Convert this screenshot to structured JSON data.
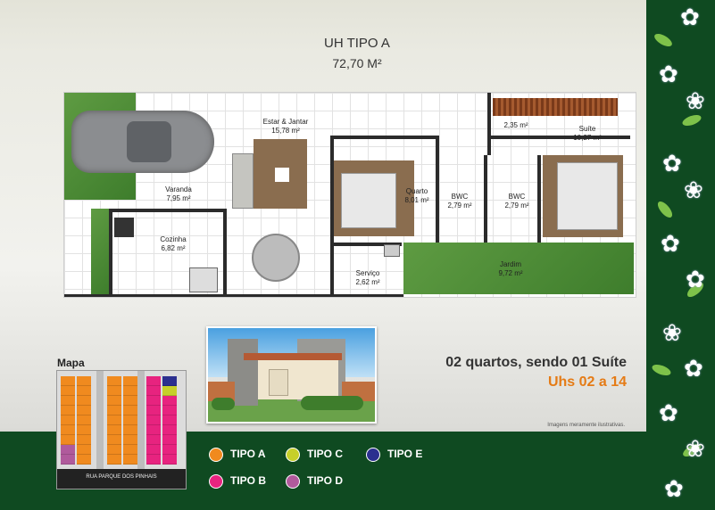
{
  "header": {
    "title": "UH TIPO A",
    "area": "72,70 M²"
  },
  "rooms": {
    "estar": {
      "name": "Estar & Jantar",
      "area": "15,78 m²"
    },
    "varanda": {
      "name": "Varanda",
      "area": "7,95 m²"
    },
    "cozinha": {
      "name": "Cozinha",
      "area": "6,82 m²"
    },
    "quarto": {
      "name": "Quarto",
      "area": "8,01 m²"
    },
    "bwc1": {
      "name": "BWC",
      "area": "2,79 m²"
    },
    "bwc2": {
      "name": "BWC",
      "area": "2,79 m²"
    },
    "closet": {
      "area": "2,35 m²"
    },
    "suite": {
      "name": "Suíte",
      "area": "10,27 m²"
    },
    "servico": {
      "name": "Serviço",
      "area": "2,62 m²"
    },
    "jardim": {
      "name": "Jardim",
      "area": "9,72 m²"
    }
  },
  "info": {
    "rooms_text": "02 quartos, sendo 01 Suíte",
    "units_text": "Uhs 02 a 14",
    "note": "Imagens meramente ilustrativas."
  },
  "map": {
    "label": "Mapa",
    "street": "RUA PARQUE DOS PINHAIS"
  },
  "legend": [
    {
      "label": "TIPO A",
      "color": "#f08a1f"
    },
    {
      "label": "TIPO B",
      "color": "#e7237f"
    },
    {
      "label": "TIPO C",
      "color": "#c6cf2a"
    },
    {
      "label": "TIPO D",
      "color": "#b05a9c"
    },
    {
      "label": "TIPO E",
      "color": "#2b2f8f"
    }
  ],
  "colors": {
    "dark_green": "#0f4a21",
    "accent_orange": "#e57b15"
  }
}
